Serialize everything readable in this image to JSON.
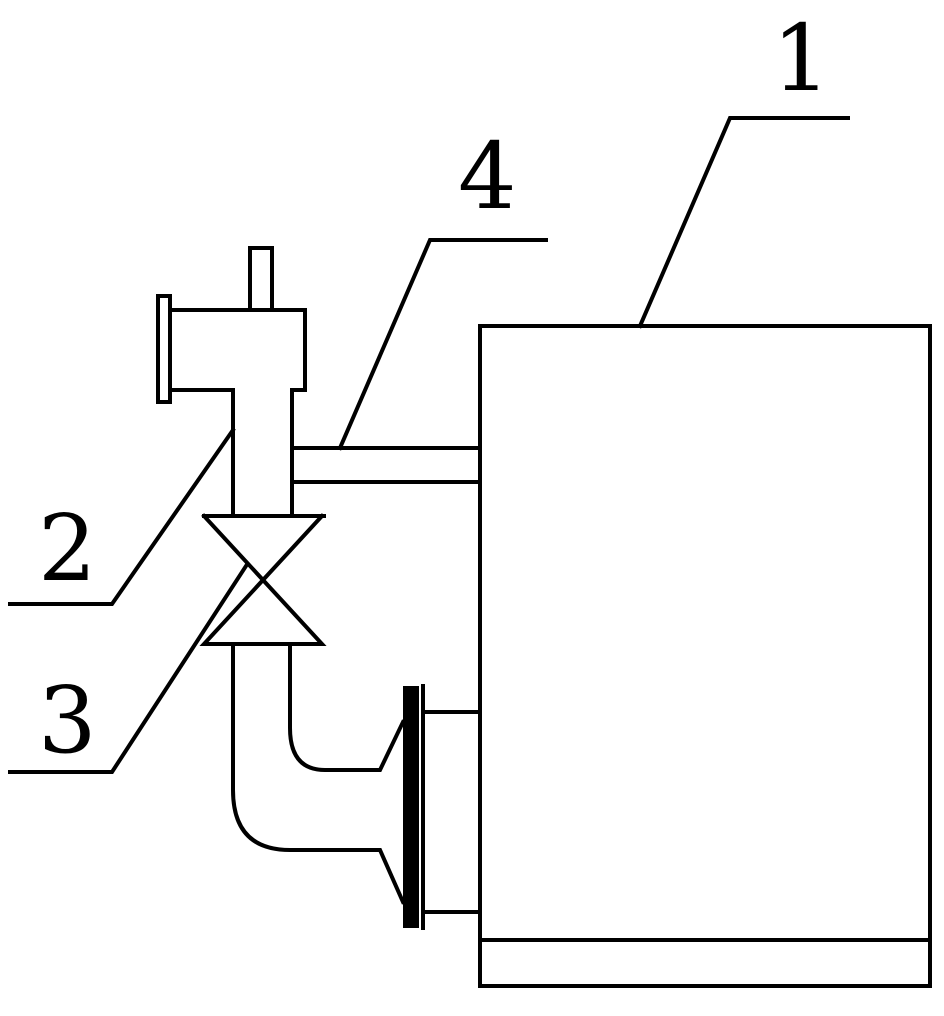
{
  "labels": {
    "tank": "1",
    "pipe_tee": "2",
    "valve": "3",
    "connector": "4"
  },
  "colors": {
    "line": "#000000",
    "background": "#ffffff"
  }
}
